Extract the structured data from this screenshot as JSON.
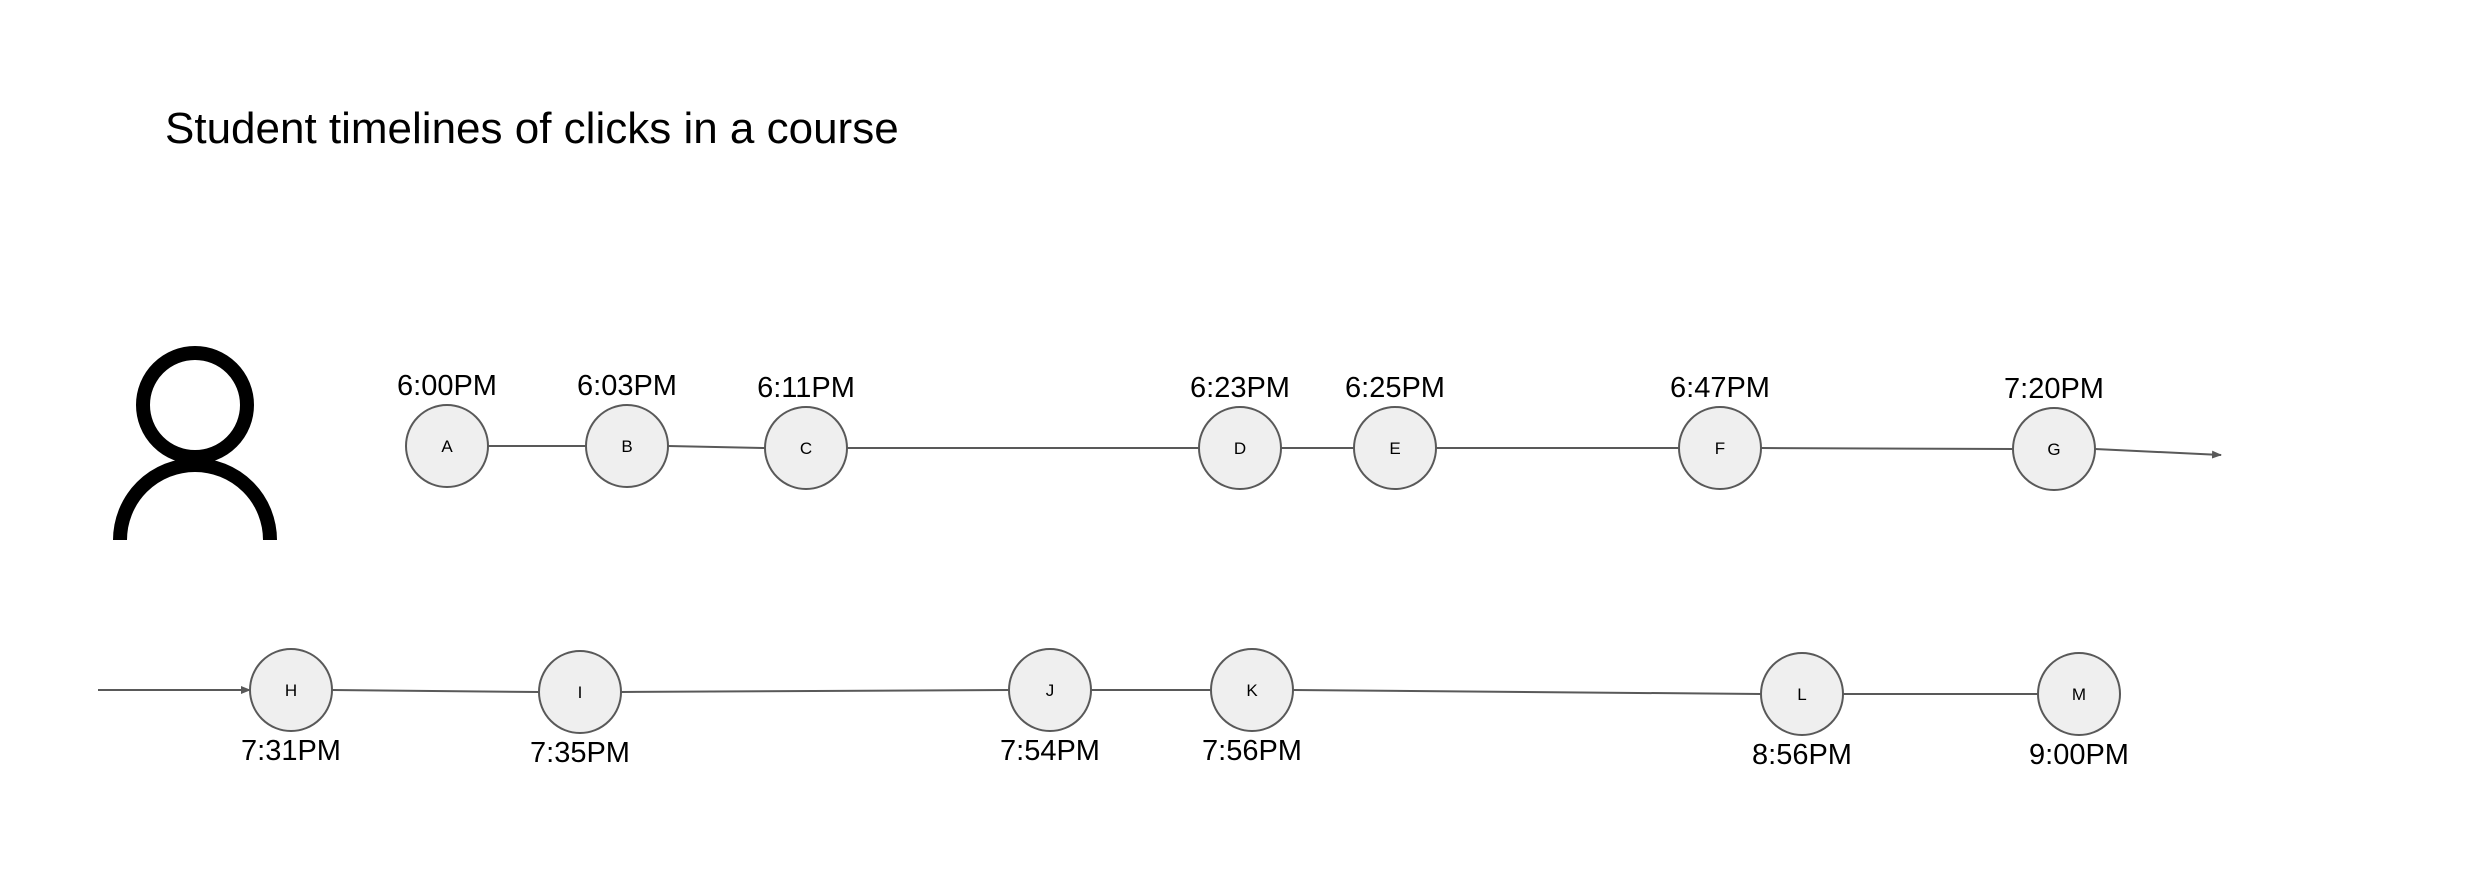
{
  "title": "Student timelines of clicks in a course",
  "icons": {
    "student": "user-icon"
  },
  "colors": {
    "node_fill": "#efefef",
    "node_stroke": "#595959",
    "edge": "#595959",
    "text": "#000000"
  },
  "timelines": [
    {
      "clicks": [
        {
          "id": "A",
          "time": "6:00PM"
        },
        {
          "id": "B",
          "time": "6:03PM"
        },
        {
          "id": "C",
          "time": "6:11PM"
        },
        {
          "id": "D",
          "time": "6:23PM"
        },
        {
          "id": "E",
          "time": "6:25PM"
        },
        {
          "id": "F",
          "time": "6:47PM"
        },
        {
          "id": "G",
          "time": "7:20PM"
        }
      ]
    },
    {
      "clicks": [
        {
          "id": "H",
          "time": "7:31PM"
        },
        {
          "id": "I",
          "time": "7:35PM"
        },
        {
          "id": "J",
          "time": "7:54PM"
        },
        {
          "id": "K",
          "time": "7:56PM"
        },
        {
          "id": "L",
          "time": "8:56PM"
        },
        {
          "id": "M",
          "time": "9:00PM"
        }
      ]
    }
  ]
}
